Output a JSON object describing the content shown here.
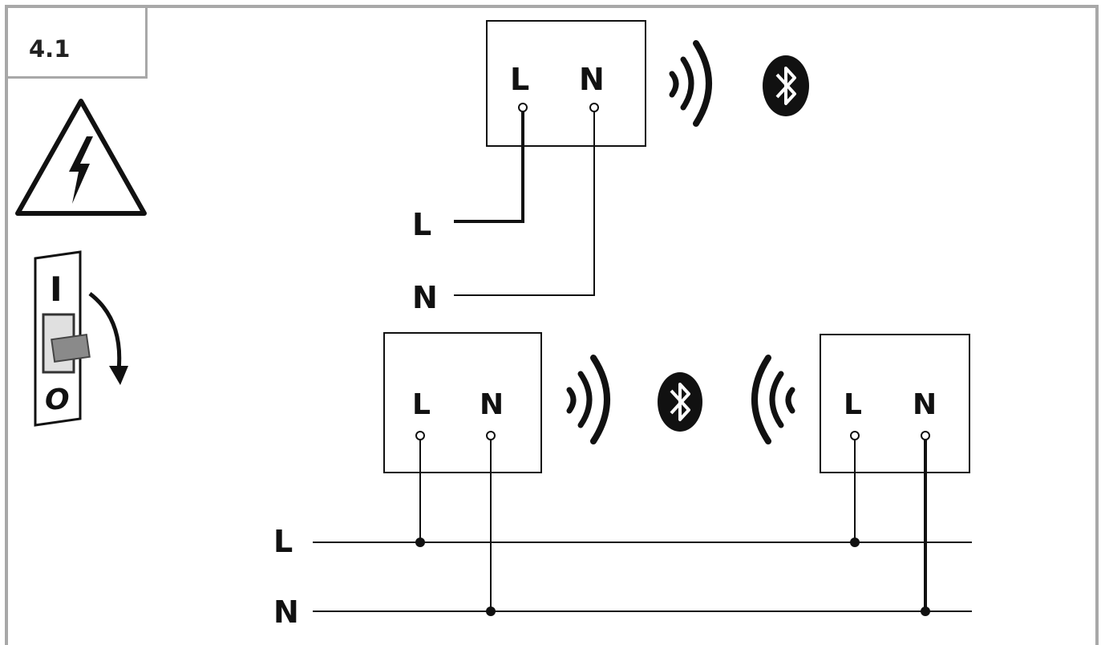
{
  "step": "4.1",
  "switch": {
    "on_label": "I",
    "off_label": "O"
  },
  "top_device": {
    "terminal_l": "L",
    "terminal_n": "N"
  },
  "top_feed": {
    "line_label": "L",
    "neutral_label": "N"
  },
  "left_device": {
    "terminal_l": "L",
    "terminal_n": "N"
  },
  "right_device": {
    "terminal_l": "L",
    "terminal_n": "N"
  },
  "bus": {
    "line_label": "L",
    "neutral_label": "N"
  },
  "icons": [
    "warning-high-voltage-icon",
    "breaker-switch-icon",
    "wireless-signal-icon",
    "bluetooth-icon"
  ]
}
